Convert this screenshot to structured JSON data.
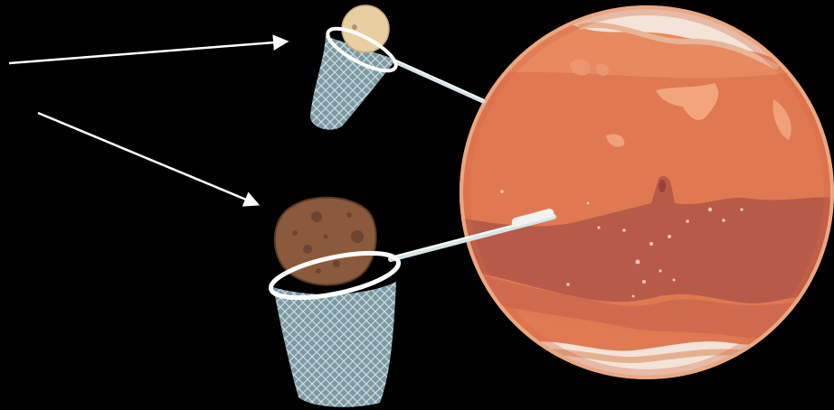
{
  "scene": {
    "background": "#000000",
    "planet": {
      "kind": "mars-like planet",
      "colors": {
        "rim": "#e39a6f",
        "base": "#e07851",
        "band_dark": "#b35548",
        "band_mid": "#c8644d",
        "highlight": "#f2a57c",
        "polar_cap": "#f4e6dc",
        "specks": "#f3c9b4"
      }
    },
    "nets": [
      {
        "kind": "small-net",
        "rock": "light-rock",
        "rock_color": "#e7cfa1",
        "net_color": "#9bb7c0"
      },
      {
        "kind": "large-net",
        "rock": "dark-rock",
        "rock_color": "#8b5a3c",
        "net_color": "#9bb7c0"
      }
    ],
    "arrows": [
      {
        "kind": "arrow-to-small-net",
        "color": "#ffffff"
      },
      {
        "kind": "arrow-to-large-net",
        "color": "#ffffff"
      }
    ]
  }
}
